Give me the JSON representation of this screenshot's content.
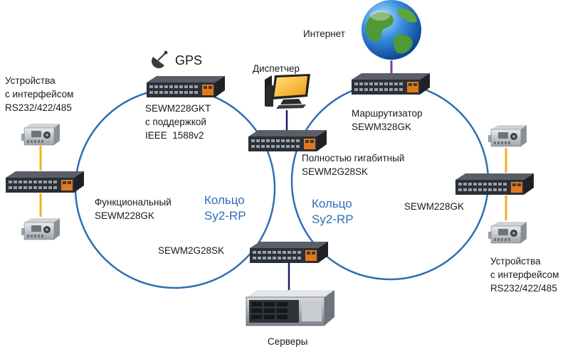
{
  "labels": {
    "internet": "Интернет",
    "gps": "GPS",
    "dispatcher": "Диспетчер",
    "devices_left": [
      "Устройства",
      "с интерфейсом",
      "RS232/422/485"
    ],
    "devices_right": [
      "Устройства",
      "с интерфейсом",
      "RS232/422/485"
    ],
    "switch_gkt": [
      "SEWM228GKT",
      "с поддержкой",
      "IEEE  1588v2"
    ],
    "router": [
      "Маршрутизатор",
      "SEWM328GK"
    ],
    "gigabit": [
      "Полностью гигабитный",
      "SEWM2G28SK"
    ],
    "functional": [
      "Функциональный",
      "SEWM228GK"
    ],
    "right_switch": "SEWM228GK",
    "bottom_switch": "SEWM2G28SK",
    "ring_left": [
      "Кольцо",
      "Sy2-RP"
    ],
    "ring_right": [
      "Кольцо",
      "Sy2-RP"
    ],
    "servers": "Серверы"
  },
  "colors": {
    "ring": "#2f6db3",
    "ring_text": "#2f6db3",
    "serial_link": "#f2b21b",
    "uplink": "#1a1f66",
    "internet_link": "#7b3f9e",
    "switch_body": "#2b2f36",
    "switch_accent": "#e2781c"
  },
  "icons": {
    "globe": "globe-icon",
    "gps": "satellite-dish-icon",
    "computer": "computer-icon",
    "server": "server-rack-icon",
    "serial_device": "serial-device-icon",
    "switch": "ethernet-switch-icon"
  }
}
